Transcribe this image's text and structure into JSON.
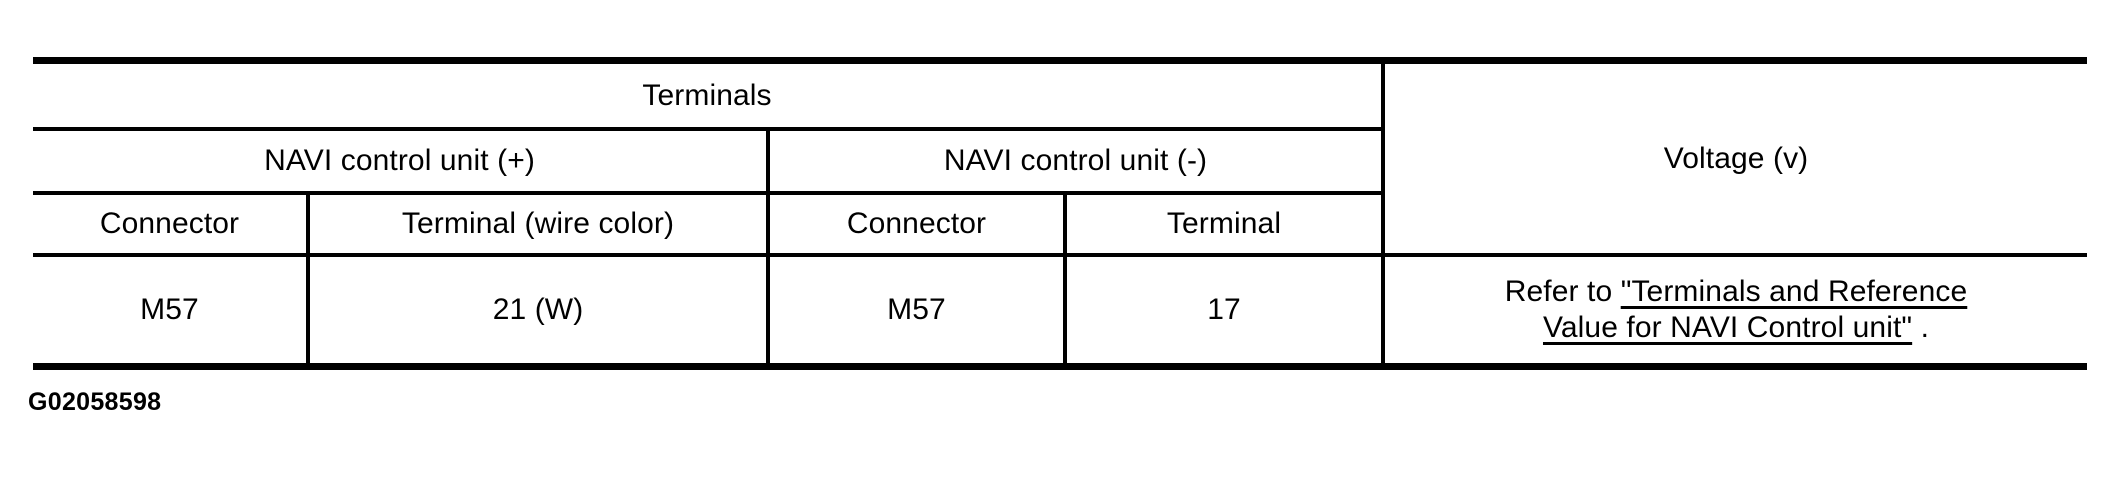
{
  "table": {
    "group_header": {
      "terminals_label": "Terminals",
      "voltage_label": "Voltage (v)"
    },
    "subgroup_headers": {
      "positive": "NAVI control unit (+)",
      "negative": "NAVI control unit (-)"
    },
    "column_headers": {
      "positive_connector": "Connector",
      "positive_terminal": "Terminal (wire color)",
      "negative_connector": "Connector",
      "negative_terminal": "Terminal"
    },
    "rows": [
      {
        "positive_connector": "M57",
        "positive_terminal": "21 (W)",
        "negative_connector": "M57",
        "negative_terminal": "17",
        "voltage_prefix": "Refer to ",
        "voltage_link_line1": "\"Terminals and Reference ",
        "voltage_link_line2": "Value for NAVI Control unit\"",
        "voltage_suffix": " ."
      }
    ]
  },
  "caption": {
    "figure_id": "G02058598"
  },
  "colors": {
    "ink": "#000000",
    "background": "#ffffff"
  }
}
